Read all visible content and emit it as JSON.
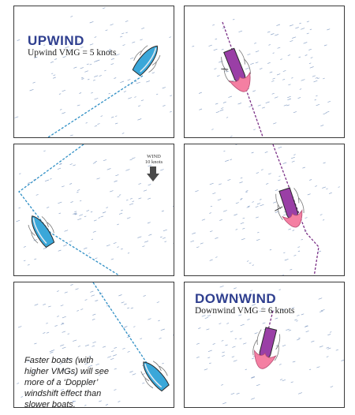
{
  "upwind": {
    "title": "UPWIND",
    "vmg": "Upwind VMG = 5 knots"
  },
  "downwind": {
    "title": "DOWNWIND",
    "vmg": "Downwind VMG = 6 knots"
  },
  "wind": {
    "label": "WIND",
    "speed": "10 knots",
    "icon": "down-arrow-icon"
  },
  "note": {
    "text": "Faster boats (with higher VMGs) will see more of a ‘Doppler’ windshift effect than slower boats."
  },
  "colors": {
    "upwind_boat": "#3aa7d9",
    "upwind_track": "#2f8fc5",
    "downwind_hull": "#9a3fa6",
    "downwind_spinnaker": "#f47fa2",
    "downwind_track": "#7a2f86",
    "water_marks": "#8fa6c9"
  }
}
